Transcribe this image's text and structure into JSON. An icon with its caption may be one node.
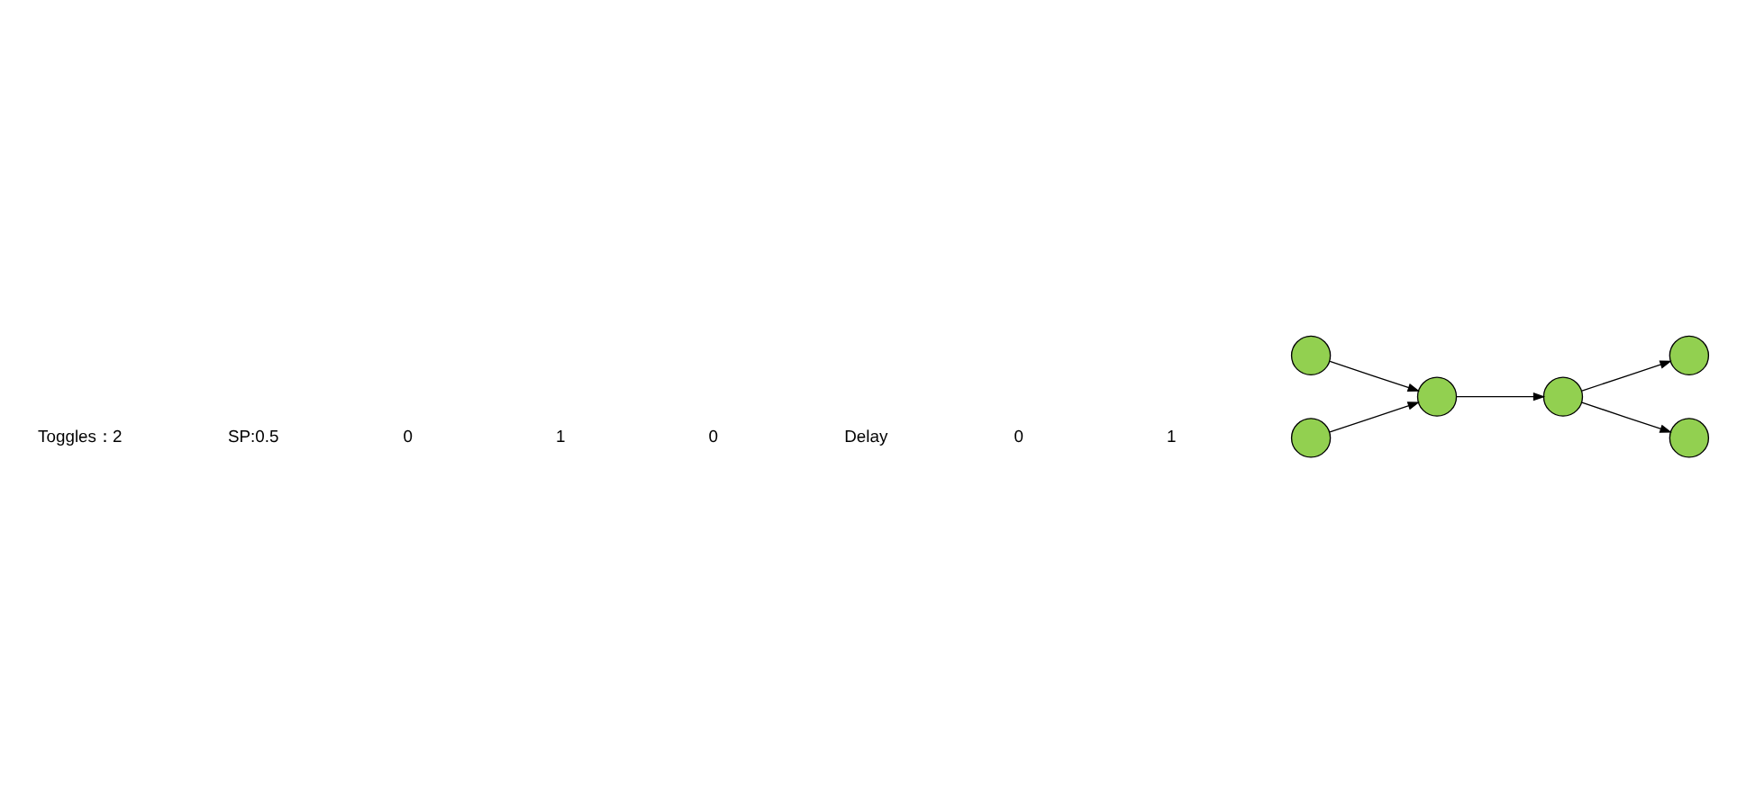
{
  "diagram": {
    "nodes": [
      {
        "text": [],
        "shape": "circle"
      },
      {
        "text": [],
        "shape": "circle"
      },
      {
        "text": [],
        "shape": "circle"
      },
      {
        "text": [],
        "shape": "circle"
      },
      {
        "text": [],
        "shape": "circle"
      },
      {
        "text": [],
        "shape": "circle"
      }
    ],
    "edges": [
      {
        "from": 0,
        "to": 2,
        "arrow": "to"
      },
      {
        "from": 1,
        "to": 2,
        "arrow": "to"
      },
      {
        "from": 2,
        "to": 3,
        "arrow": "to"
      },
      {
        "from": 3,
        "to": 4,
        "arrow": "to"
      },
      {
        "from": 3,
        "to": 5,
        "arrow": "to"
      }
    ],
    "labels": [
      "Toggles：2",
      "SP:0.5",
      "0",
      "1",
      "0",
      "Delay",
      "0",
      "1"
    ]
  }
}
